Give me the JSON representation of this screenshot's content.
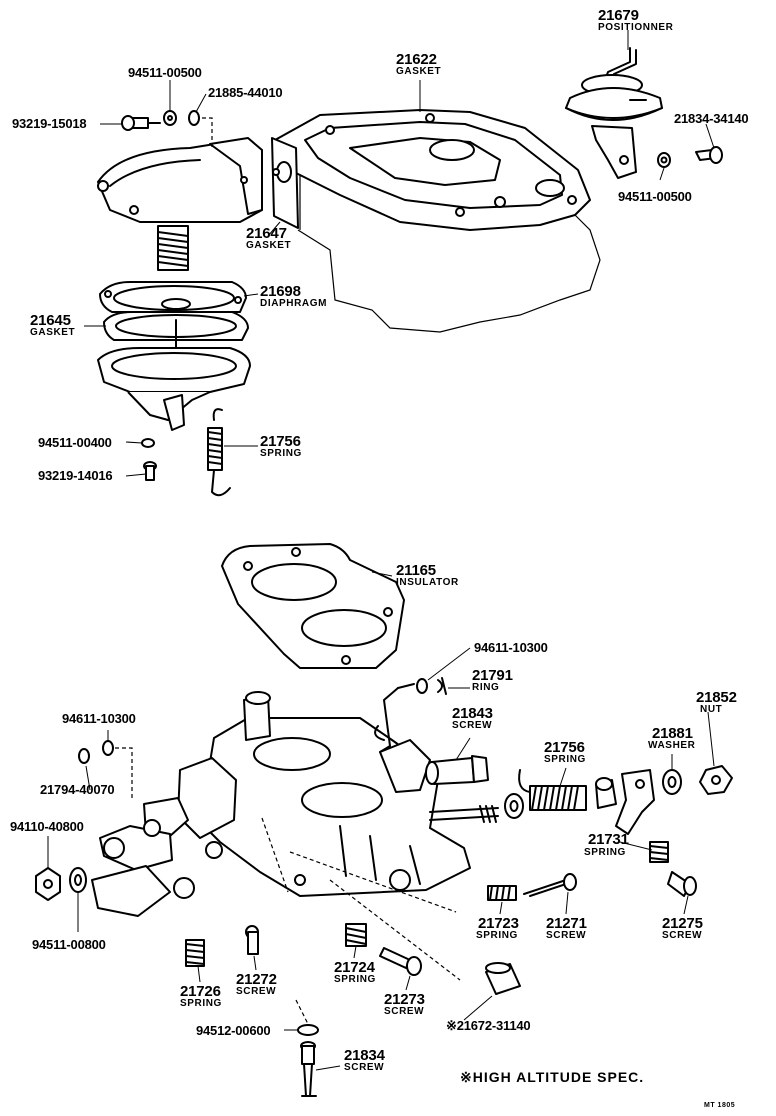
{
  "callouts": {
    "p21679": {
      "num": "21679",
      "sub": "POSITIONNER"
    },
    "p21622": {
      "num": "21622",
      "sub": "GASKET"
    },
    "p94511_00500a": {
      "num": "94511-00500"
    },
    "p21885_44010": {
      "num": "21885-44010"
    },
    "p93219_15018": {
      "num": "93219-15018"
    },
    "p21834_34140": {
      "num": "21834-34140"
    },
    "p94511_00500b": {
      "num": "94511-00500"
    },
    "p21647": {
      "num": "21647",
      "sub": "GASKET"
    },
    "p21698": {
      "num": "21698",
      "sub": "DIAPHRAGM"
    },
    "p21645": {
      "num": "21645",
      "sub": "GASKET"
    },
    "p94511_00400": {
      "num": "94511-00400"
    },
    "p21756a": {
      "num": "21756",
      "sub": "SPRING"
    },
    "p93219_14016": {
      "num": "93219-14016"
    },
    "p21165": {
      "num": "21165",
      "sub": "INSULATOR"
    },
    "p94611_10300a": {
      "num": "94611-10300"
    },
    "p21791": {
      "num": "21791",
      "sub": "RING"
    },
    "p21852": {
      "num": "21852",
      "sub": "NUT"
    },
    "p94611_10300b": {
      "num": "94611-10300"
    },
    "p21843": {
      "num": "21843",
      "sub": "SCREW"
    },
    "p21881": {
      "num": "21881",
      "sub": "WASHER"
    },
    "p21756b": {
      "num": "21756",
      "sub": "SPRING"
    },
    "p21794_40070": {
      "num": "21794-40070"
    },
    "p94110_40800": {
      "num": "94110-40800"
    },
    "p21731": {
      "num": "21731",
      "sub": "SPRING"
    },
    "p94511_00800": {
      "num": "94511-00800"
    },
    "p21723": {
      "num": "21723",
      "sub": "SPRING"
    },
    "p21271": {
      "num": "21271",
      "sub": "SCREW"
    },
    "p21275": {
      "num": "21275",
      "sub": "SCREW"
    },
    "p21726": {
      "num": "21726",
      "sub": "SPRING"
    },
    "p21272": {
      "num": "21272",
      "sub": "SCREW"
    },
    "p21724": {
      "num": "21724",
      "sub": "SPRING"
    },
    "p21273": {
      "num": "21273",
      "sub": "SCREW"
    },
    "p21672_31140": {
      "num": "※21672-31140"
    },
    "p94512_00600": {
      "num": "94512-00600"
    },
    "p21834": {
      "num": "21834",
      "sub": "SCREW"
    }
  },
  "footnote": "※HIGH ALTITUDE SPEC.",
  "code": "MT  1805"
}
